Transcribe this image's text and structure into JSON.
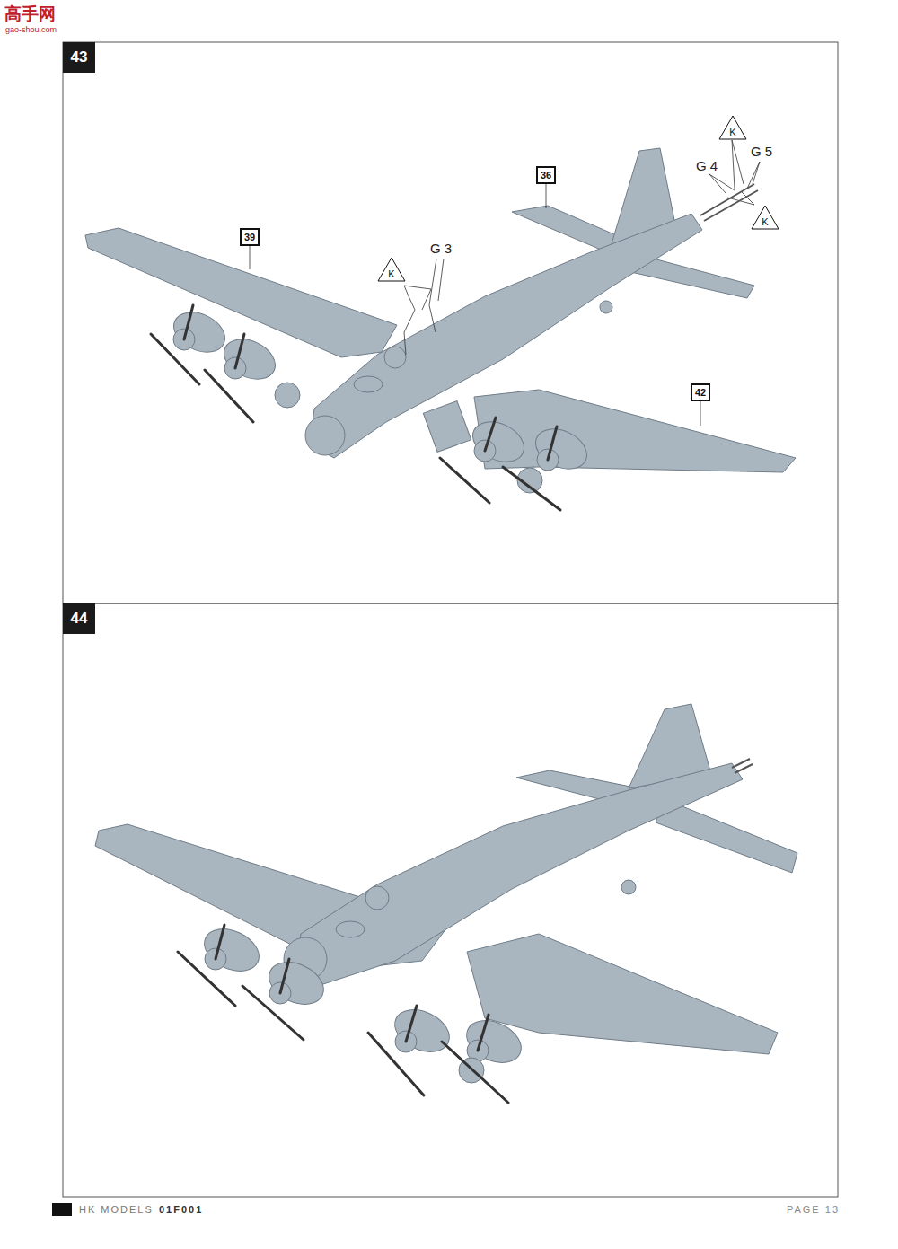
{
  "diagram": {
    "nodes": [
      {
        "text": [
          "43"
        ]
      },
      {
        "text": [
          "39"
        ]
      },
      {
        "text": [
          "K"
        ]
      },
      {
        "text": [
          "36"
        ]
      },
      {
        "text": [
          "K"
        ]
      },
      {
        "text": [
          "K"
        ]
      },
      {
        "text": [
          "42"
        ]
      },
      {
        "text": [
          "44"
        ]
      }
    ],
    "labels": [
      "高手网",
      "gao-shou.com",
      "G 3",
      "G 4",
      "G 5",
      "HK MODELS",
      "01F001",
      "PAGE 13"
    ]
  }
}
